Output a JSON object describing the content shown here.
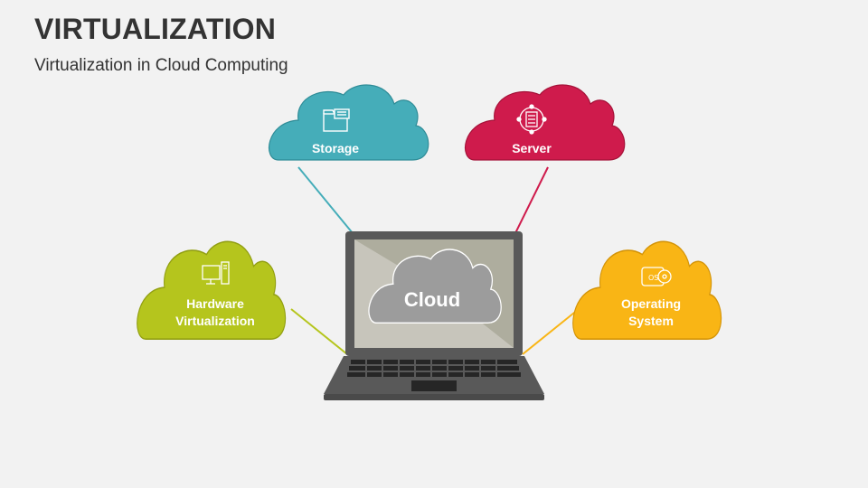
{
  "slide": {
    "title": "VIRTUALIZATION",
    "subtitle": "Virtualization in Cloud Computing"
  },
  "center": {
    "label": "Cloud",
    "icon": "laptop-icon"
  },
  "nodes": [
    {
      "line1": "Storage",
      "line2": "",
      "icon": "folder-storage-icon",
      "color": "#45adb9"
    },
    {
      "line1": "Server",
      "line2": "",
      "icon": "server-network-icon",
      "color": "#cf1b4c"
    },
    {
      "line1": "Hardware",
      "line2": "Virtualization",
      "icon": "computer-tower-icon",
      "color": "#b5c51d"
    },
    {
      "line1": "Operating",
      "line2": "System",
      "icon": "os-disc-icon",
      "color": "#f9b515"
    }
  ]
}
